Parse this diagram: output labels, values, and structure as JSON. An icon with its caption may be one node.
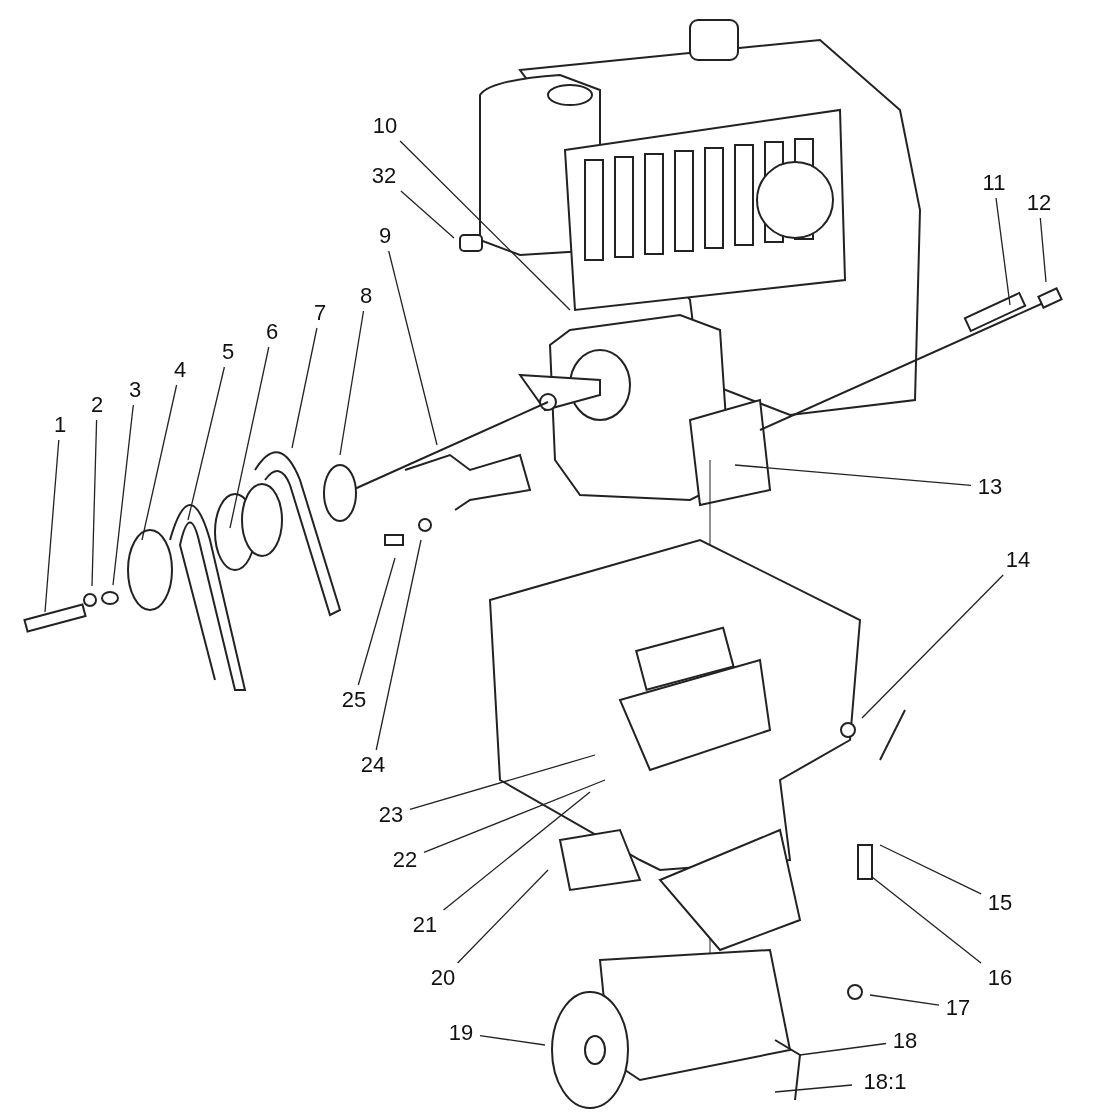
{
  "diagram": {
    "nodes": [
      {
        "text": [
          "10"
        ]
      },
      {
        "text": [
          "32"
        ]
      },
      {
        "text": [
          "9"
        ]
      },
      {
        "text": [
          "11"
        ]
      },
      {
        "text": [
          "12"
        ]
      },
      {
        "text": [
          "7"
        ]
      },
      {
        "text": [
          "8"
        ]
      },
      {
        "text": [
          "5"
        ]
      },
      {
        "text": [
          "6"
        ]
      },
      {
        "text": [
          "3"
        ]
      },
      {
        "text": [
          "4"
        ]
      },
      {
        "text": [
          "1"
        ]
      },
      {
        "text": [
          "2"
        ]
      },
      {
        "text": [
          "13"
        ]
      },
      {
        "text": [
          "14"
        ]
      },
      {
        "text": [
          "25"
        ]
      },
      {
        "text": [
          "24"
        ]
      },
      {
        "text": [
          "23"
        ]
      },
      {
        "text": [
          "22"
        ]
      },
      {
        "text": [
          "15"
        ]
      },
      {
        "text": [
          "21"
        ]
      },
      {
        "text": [
          "16"
        ]
      },
      {
        "text": [
          "20"
        ]
      },
      {
        "text": [
          "17"
        ]
      },
      {
        "text": [
          "19"
        ]
      },
      {
        "text": [
          "18"
        ]
      },
      {
        "text": [
          "18:1"
        ]
      }
    ],
    "edges": [
      {
        "from": 0,
        "to": null,
        "arrow": "none"
      },
      {
        "from": 1,
        "to": null,
        "arrow": "none"
      },
      {
        "from": 2,
        "to": null,
        "arrow": "none"
      },
      {
        "from": 3,
        "to": null,
        "arrow": "none"
      },
      {
        "from": 4,
        "to": null,
        "arrow": "none"
      },
      {
        "from": 5,
        "to": null,
        "arrow": "none"
      },
      {
        "from": 6,
        "to": null,
        "arrow": "none"
      },
      {
        "from": 7,
        "to": null,
        "arrow": "none"
      },
      {
        "from": 8,
        "to": null,
        "arrow": "none"
      },
      {
        "from": 9,
        "to": null,
        "arrow": "none"
      },
      {
        "from": 10,
        "to": null,
        "arrow": "none"
      },
      {
        "from": 11,
        "to": null,
        "arrow": "none"
      },
      {
        "from": 12,
        "to": null,
        "arrow": "none"
      },
      {
        "from": 13,
        "to": null,
        "arrow": "none"
      },
      {
        "from": 14,
        "to": null,
        "arrow": "none"
      },
      {
        "from": 15,
        "to": null,
        "arrow": "none"
      },
      {
        "from": 16,
        "to": null,
        "arrow": "none"
      },
      {
        "from": 17,
        "to": null,
        "arrow": "none"
      },
      {
        "from": 18,
        "to": null,
        "arrow": "none"
      },
      {
        "from": 19,
        "to": null,
        "arrow": "none"
      },
      {
        "from": 20,
        "to": null,
        "arrow": "none"
      },
      {
        "from": 21,
        "to": null,
        "arrow": "none"
      },
      {
        "from": 22,
        "to": null,
        "arrow": "none"
      },
      {
        "from": 23,
        "to": null,
        "arrow": "none"
      },
      {
        "from": 24,
        "to": null,
        "arrow": "none"
      },
      {
        "from": 25,
        "to": null,
        "arrow": "none"
      },
      {
        "from": 26,
        "to": null,
        "arrow": "none"
      }
    ]
  }
}
